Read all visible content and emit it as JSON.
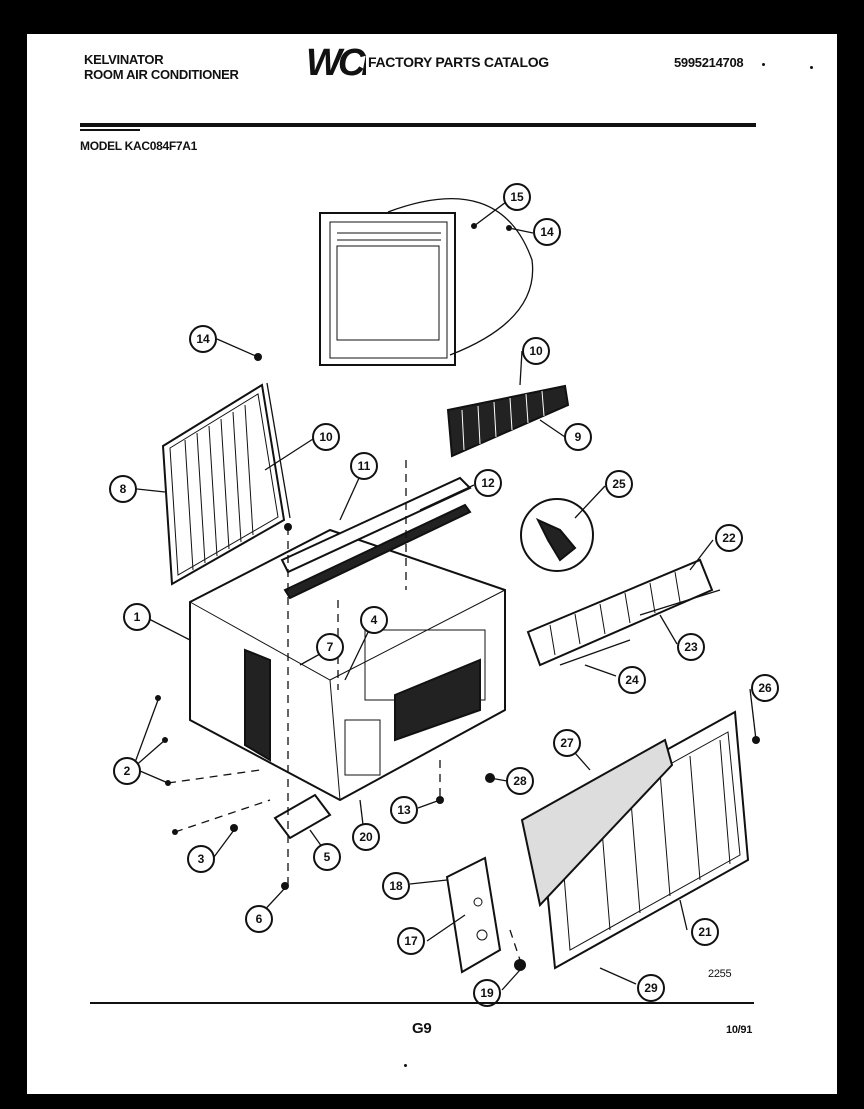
{
  "header": {
    "brand_line1": "KELVINATOR",
    "brand_line2": "ROOM AIR CONDITIONER",
    "logo_text": "WCI",
    "catalog_title": "FACTORY PARTS CATALOG",
    "catalog_number": "5995214708",
    "model_label": "MODEL KAC084F7A1"
  },
  "callouts": [
    {
      "label": "1"
    },
    {
      "label": "2"
    },
    {
      "label": "3"
    },
    {
      "label": "4"
    },
    {
      "label": "5"
    },
    {
      "label": "6"
    },
    {
      "label": "7"
    },
    {
      "label": "8"
    },
    {
      "label": "9"
    },
    {
      "label": "10"
    },
    {
      "label": "10"
    },
    {
      "label": "11"
    },
    {
      "label": "12"
    },
    {
      "label": "13"
    },
    {
      "label": "14"
    },
    {
      "label": "14"
    },
    {
      "label": "15"
    },
    {
      "label": "17"
    },
    {
      "label": "18"
    },
    {
      "label": "19"
    },
    {
      "label": "20"
    },
    {
      "label": "21"
    },
    {
      "label": "22"
    },
    {
      "label": "23"
    },
    {
      "label": "24"
    },
    {
      "label": "25"
    },
    {
      "label": "26"
    },
    {
      "label": "27"
    },
    {
      "label": "28"
    },
    {
      "label": "29"
    }
  ],
  "footer": {
    "diagram_code": "2255",
    "page_number": "G9",
    "date": "10/91"
  }
}
